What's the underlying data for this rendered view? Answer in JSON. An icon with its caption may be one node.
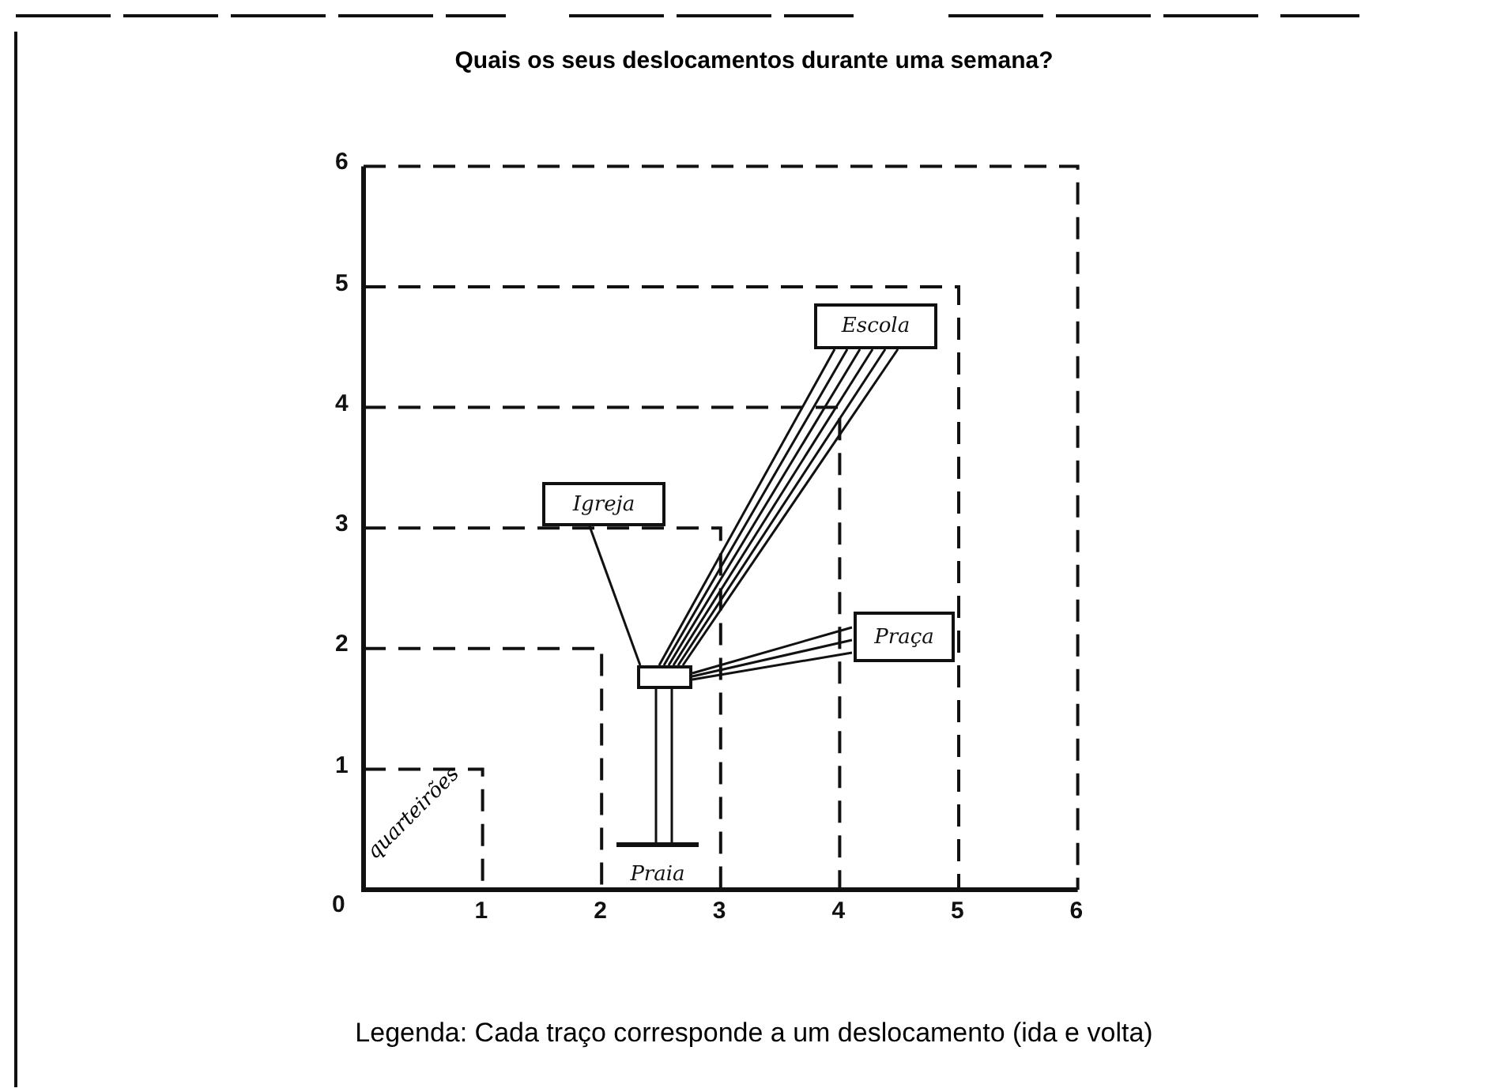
{
  "diagram": {
    "title": "Quais os seus deslocamentos durante uma semana?",
    "caption": "Legenda: Cada traço corresponde a um deslocamento (ida e volta)",
    "nodes": [
      {
        "text": [],
        "shape": "box"
      },
      {
        "text": [
          "Escola"
        ]
      },
      {
        "text": [
          "Igreja"
        ]
      },
      {
        "text": [
          "Praça"
        ]
      },
      {
        "text": [
          "Praia"
        ]
      }
    ],
    "edges": [
      {
        "from": 0,
        "to": 1,
        "arrow": "none"
      },
      {
        "from": 0,
        "to": 1,
        "arrow": "none"
      },
      {
        "from": 0,
        "to": 1,
        "arrow": "none"
      },
      {
        "from": 0,
        "to": 1,
        "arrow": "none"
      },
      {
        "from": 0,
        "to": 1,
        "arrow": "none"
      },
      {
        "from": 0,
        "to": 1,
        "arrow": "none"
      },
      {
        "from": 0,
        "to": 2,
        "arrow": "none"
      },
      {
        "from": 0,
        "to": 3,
        "arrow": "none"
      },
      {
        "from": 0,
        "to": 3,
        "arrow": "none"
      },
      {
        "from": 0,
        "to": 3,
        "arrow": "none"
      },
      {
        "from": 0,
        "to": 4,
        "arrow": "none"
      },
      {
        "from": 0,
        "to": 4,
        "arrow": "none"
      }
    ],
    "labels": [
      "6",
      "5",
      "4",
      "3",
      "2",
      "1",
      "quarteirões",
      "0",
      "1",
      "2",
      "3",
      "4",
      "5",
      "6"
    ]
  }
}
